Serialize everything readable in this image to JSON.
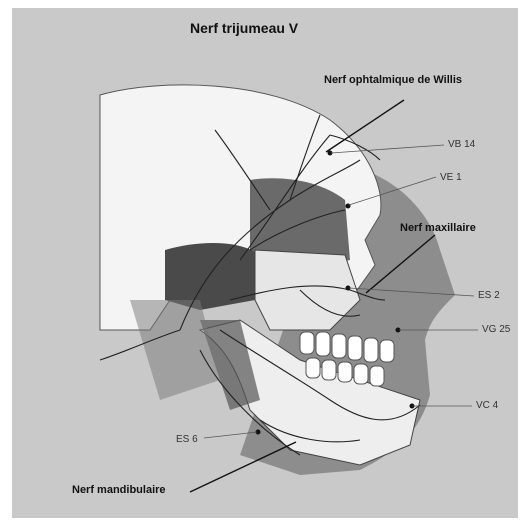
{
  "title": "Nerf trijumeau V",
  "labels": {
    "ophtalmique": "Nerf ophtalmique de Willis",
    "vb14": "VB 14",
    "ve1": "VE 1",
    "maxillaire": "Nerf maxillaire",
    "es2": "ES 2",
    "vg25": "VG 25",
    "vc4": "VC 4",
    "es6": "ES 6",
    "mandibulaire": "Nerf mandibulaire"
  },
  "colors": {
    "panel": "#c9c9c9",
    "bone": "#f4f4f4",
    "nerve": "#222222",
    "muscle": "#555555"
  }
}
